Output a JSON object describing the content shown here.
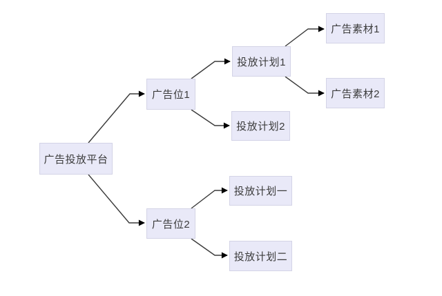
{
  "diagram": {
    "type": "tree",
    "orientation": "left-to-right",
    "colors": {
      "background": "#ffffff",
      "node_fill": "#e9e9f8",
      "node_border": "#d3d3e6",
      "node_text": "#3b3b3b",
      "edge": "#3a3a3a",
      "arrowhead": "#000000"
    },
    "nodes": [
      {
        "id": "platform",
        "label": "广告投放平台",
        "level": 0
      },
      {
        "id": "ad-slot-1",
        "label": "广告位1",
        "level": 1
      },
      {
        "id": "plan-1",
        "label": "投放计划1",
        "level": 2
      },
      {
        "id": "plan-2",
        "label": "投放计划2",
        "level": 2
      },
      {
        "id": "creative-1",
        "label": "广告素材1",
        "level": 3
      },
      {
        "id": "creative-2",
        "label": "广告素材2",
        "level": 3
      },
      {
        "id": "ad-slot-2",
        "label": "广告位2",
        "level": 1
      },
      {
        "id": "plan-yi",
        "label": "投放计划一",
        "level": 2
      },
      {
        "id": "plan-er",
        "label": "投放计划二",
        "level": 2
      }
    ],
    "edges": [
      {
        "from": "广告投放平台",
        "to": "广告位1"
      },
      {
        "from": "广告投放平台",
        "to": "广告位2"
      },
      {
        "from": "广告位1",
        "to": "投放计划1"
      },
      {
        "from": "广告位1",
        "to": "投放计划2"
      },
      {
        "from": "投放计划1",
        "to": "广告素材1"
      },
      {
        "from": "投放计划1",
        "to": "广告素材2"
      },
      {
        "from": "广告位2",
        "to": "投放计划一"
      },
      {
        "from": "广告位2",
        "to": "投放计划二"
      }
    ]
  }
}
